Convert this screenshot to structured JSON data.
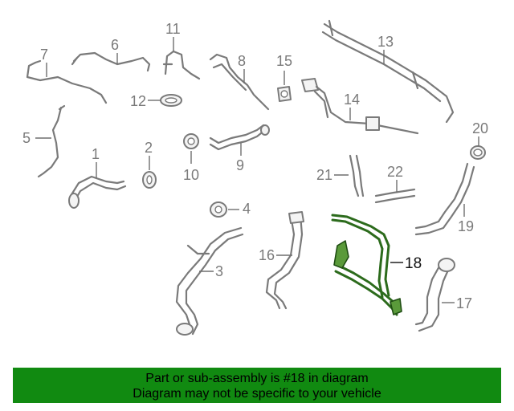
{
  "callouts": {
    "c1": "1",
    "c2": "2",
    "c3": "3",
    "c4": "4",
    "c5": "5",
    "c6": "6",
    "c7": "7",
    "c8": "8",
    "c9": "9",
    "c10": "10",
    "c11": "11",
    "c12": "12",
    "c13": "13",
    "c14": "14",
    "c15": "15",
    "c16": "16",
    "c17": "17",
    "c18": "18",
    "c19": "19",
    "c20": "20",
    "c21": "21",
    "c22": "22"
  },
  "highlighted_part": "18",
  "colors": {
    "highlight": "#3f7d26",
    "banner": "#118a11",
    "line": "#7a7a7a"
  },
  "banner": {
    "line1": "Part or sub-assembly is #18 in diagram",
    "line2": "Diagram may not be specific to your vehicle"
  }
}
